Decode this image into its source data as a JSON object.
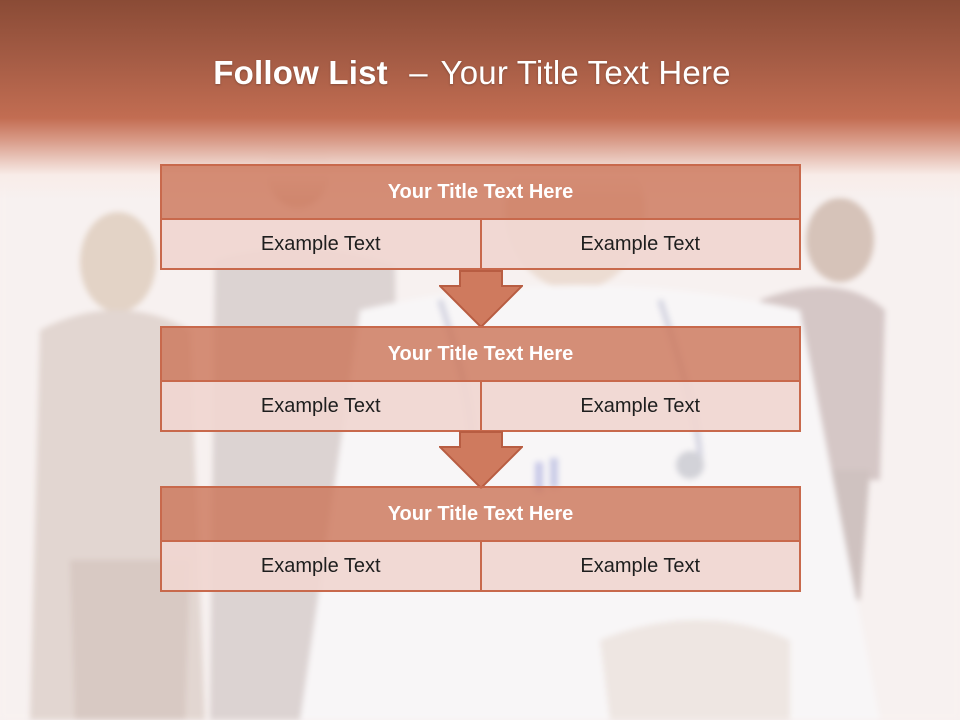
{
  "slide": {
    "title_bold": "Follow List",
    "title_rest": "Your Title Text Here",
    "title_separator": "–"
  },
  "blocks": [
    {
      "title": "Your Title Text Here",
      "cells": [
        "Example Text",
        "Example Text"
      ]
    },
    {
      "title": "Your Title Text Here",
      "cells": [
        "Example Text",
        "Example Text"
      ]
    },
    {
      "title": "Your Title Text Here",
      "cells": [
        "Example Text",
        "Example Text"
      ]
    }
  ],
  "colors": {
    "band": "#a55c45",
    "header_fill": "#cc765a",
    "cell_fill": "#f0d6d0",
    "border": "#c8694c",
    "arrow": "#cf7a5e"
  }
}
